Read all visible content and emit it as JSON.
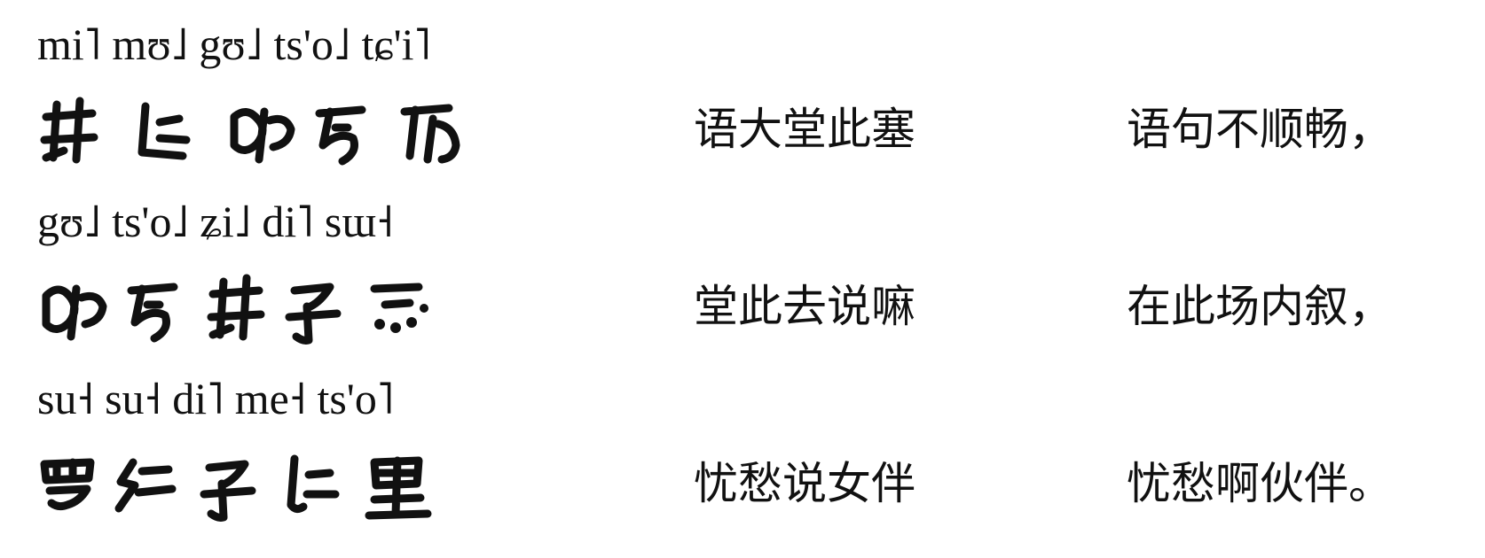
{
  "verses": [
    {
      "ipa": "mi˥ mʊ˩ gʊ˩ ts'o˩ tɕ'i˥",
      "script_glyphs": [
        "script-glyph",
        "script-glyph",
        "script-glyph",
        "script-glyph",
        "script-glyph"
      ],
      "transliteration": "语大堂此塞",
      "translation": "语句不顺畅，"
    },
    {
      "ipa": "gʊ˩ ts'o˩ ʑi˩ di˥ sɯ˧",
      "script_glyphs": [
        "script-glyph",
        "script-glyph",
        "script-glyph",
        "script-glyph",
        "script-glyph"
      ],
      "transliteration": "堂此去说嘛",
      "translation": "在此场内叙，"
    },
    {
      "ipa": "su˧ su˧ di˥ me˧ ts'o˥",
      "script_glyphs": [
        "script-glyph",
        "script-glyph",
        "script-glyph",
        "script-glyph",
        "script-glyph"
      ],
      "transliteration": "忧愁说女伴",
      "translation": "忧愁啊伙伴。"
    }
  ]
}
